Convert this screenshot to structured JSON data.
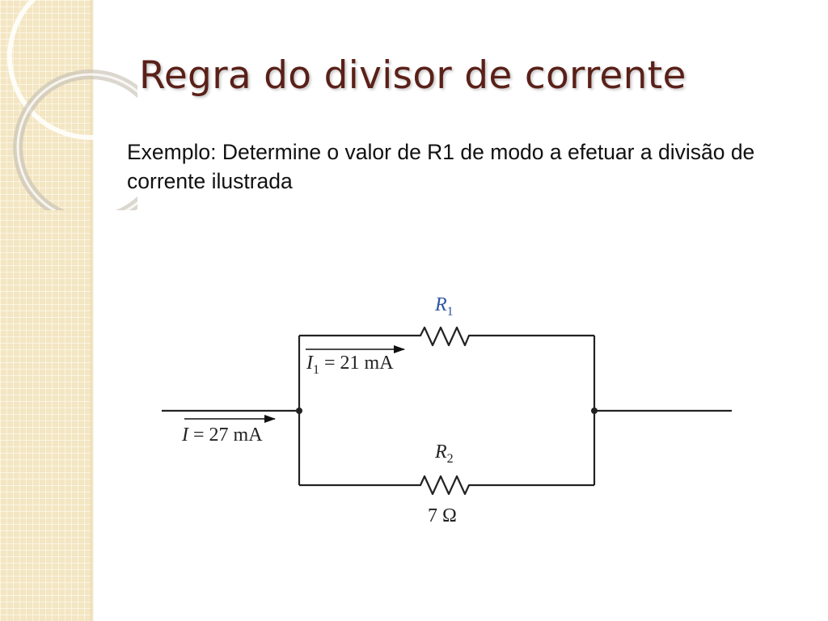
{
  "slide": {
    "title": "Regra do divisor de corrente",
    "body": "Exemplo: Determine o valor de R1 de modo a efetuar a divisão de corrente ilustrada"
  },
  "circuit": {
    "r1": {
      "symbol": "R",
      "subscript": "1"
    },
    "r2": {
      "symbol": "R",
      "subscript": "2",
      "value": "7 Ω"
    },
    "i1": {
      "symbol": "I",
      "subscript": "1",
      "value": "= 21 mA"
    },
    "i_total": {
      "symbol": "I",
      "value": "= 27 mA"
    }
  },
  "colors": {
    "title": "#5a2018",
    "label_blue": "#2d56a3",
    "side_band": "#f3e6c2"
  }
}
